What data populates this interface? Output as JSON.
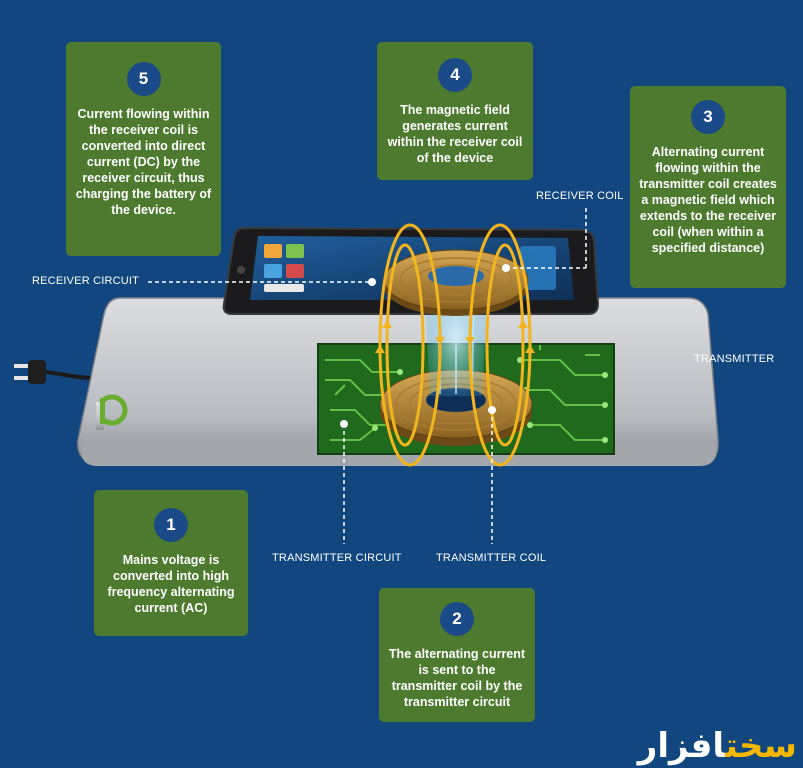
{
  "steps": [
    {
      "num": "1",
      "text": "Mains voltage is converted into high frequency alternating current (AC)"
    },
    {
      "num": "2",
      "text": "The alternating current is sent to the transmitter coil by the transmitter circuit"
    },
    {
      "num": "3",
      "text": "Alternating current flowing within the transmitter coil creates a magnetic field which extends to the receiver coil (when within a specified distance)"
    },
    {
      "num": "4",
      "text": "The magnetic field generates current within the receiver coil of the device"
    },
    {
      "num": "5",
      "text": "Current flowing within the receiver coil is converted into direct current (DC) by the receiver circuit, thus charging the battery of the device."
    }
  ],
  "labels": {
    "receiver_coil": "RECEIVER COIL",
    "receiver_circuit": "RECEIVER CIRCUIT",
    "transmitter": "TRANSMITTER",
    "transmitter_circuit": "TRANSMITTER CIRCUIT",
    "transmitter_coil": "TRANSMITTER COIL"
  },
  "logo": {
    "part1": "سخت",
    "part2": "افزار"
  },
  "colors": {
    "background": "#12467f",
    "step_box": "#4e7a2f",
    "number_circle": "#1a4a87",
    "field_lines": "#f2b51e",
    "circuit_board": "#1f6a1c",
    "coil": "#c7953b",
    "charger_body": "#c9cbcf",
    "logo_yellow": "#f5b800"
  }
}
